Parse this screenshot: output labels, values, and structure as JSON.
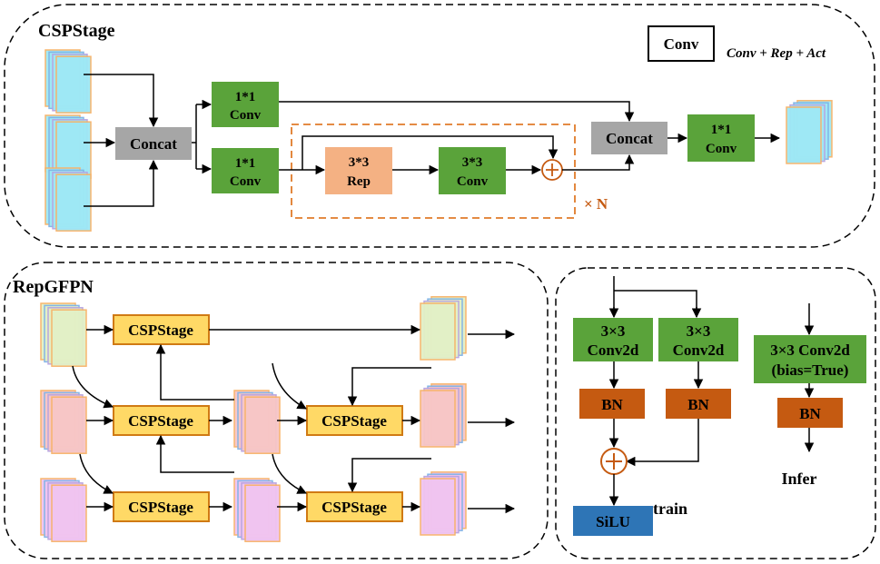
{
  "panels": {
    "csp_stage": {
      "title": "CSPStage"
    },
    "rep_gfpn": {
      "title": "RepGFPN"
    }
  },
  "legend": {
    "conv_box": "Conv",
    "conv_def": "Conv + Rep + Act"
  },
  "csp": {
    "concat_in": "Concat",
    "conv_top": [
      "1*1",
      "Conv"
    ],
    "conv_mid": [
      "1*1",
      "Conv"
    ],
    "rep": [
      "3*3",
      "Rep"
    ],
    "conv_inner": [
      "3*3",
      "Conv"
    ],
    "repeat": "× N",
    "concat_out": "Concat",
    "conv_out": [
      "1*1",
      "Conv"
    ]
  },
  "gfpn": {
    "stage_label": "CSPStage"
  },
  "rep_block": {
    "train_conv_left": [
      "3×3",
      "Conv2d"
    ],
    "train_conv_right": [
      "3×3",
      "Conv2d"
    ],
    "bn": "BN",
    "silu": "SiLU",
    "train_label": "train",
    "infer_conv": [
      "3×3 Conv2d",
      "(bias=True)"
    ],
    "infer_label": "Infer"
  },
  "colors": {
    "green": "#5aa33a",
    "gray": "#a6a6a6",
    "rep_orange": "#f4b183",
    "dash_orange": "#e07b2a",
    "csp_yellow": "#ffd966",
    "csp_border": "#d07a14",
    "bn_brown": "#c55a11",
    "silu_blue": "#2e75b6",
    "feat_cyan": "#9ee8f5",
    "feat_green": "#e2f0c6",
    "feat_red": "#f7c6c6",
    "feat_violet": "#f0c4f0"
  }
}
